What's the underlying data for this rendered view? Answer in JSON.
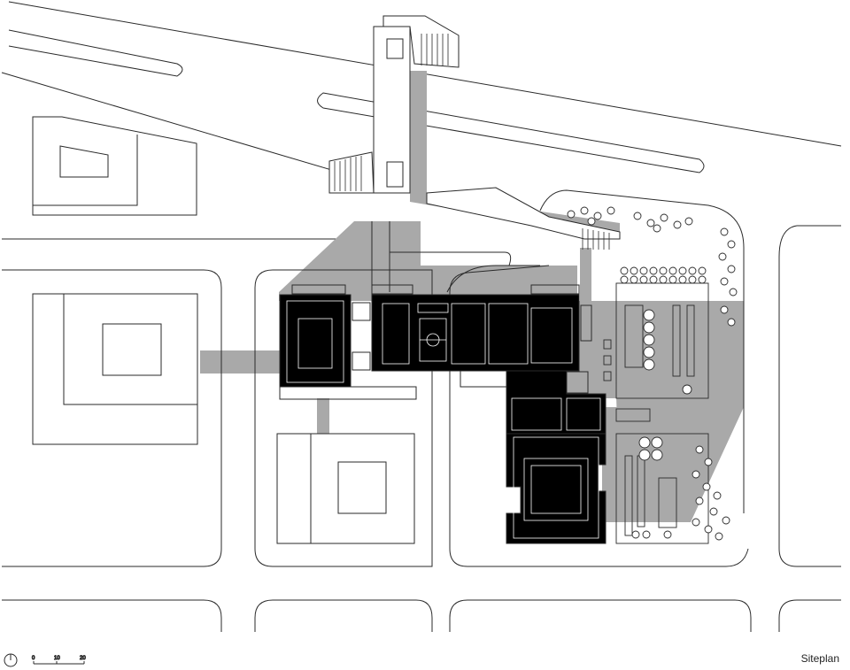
{
  "title": "Siteplan",
  "scale": {
    "ticks": [
      "0",
      "10",
      "20"
    ]
  },
  "colors": {
    "background": "#ffffff",
    "line": "#2a2a2a",
    "shadow": "#a9a9a9",
    "building": "#000000",
    "interior_line": "#ffffff"
  }
}
